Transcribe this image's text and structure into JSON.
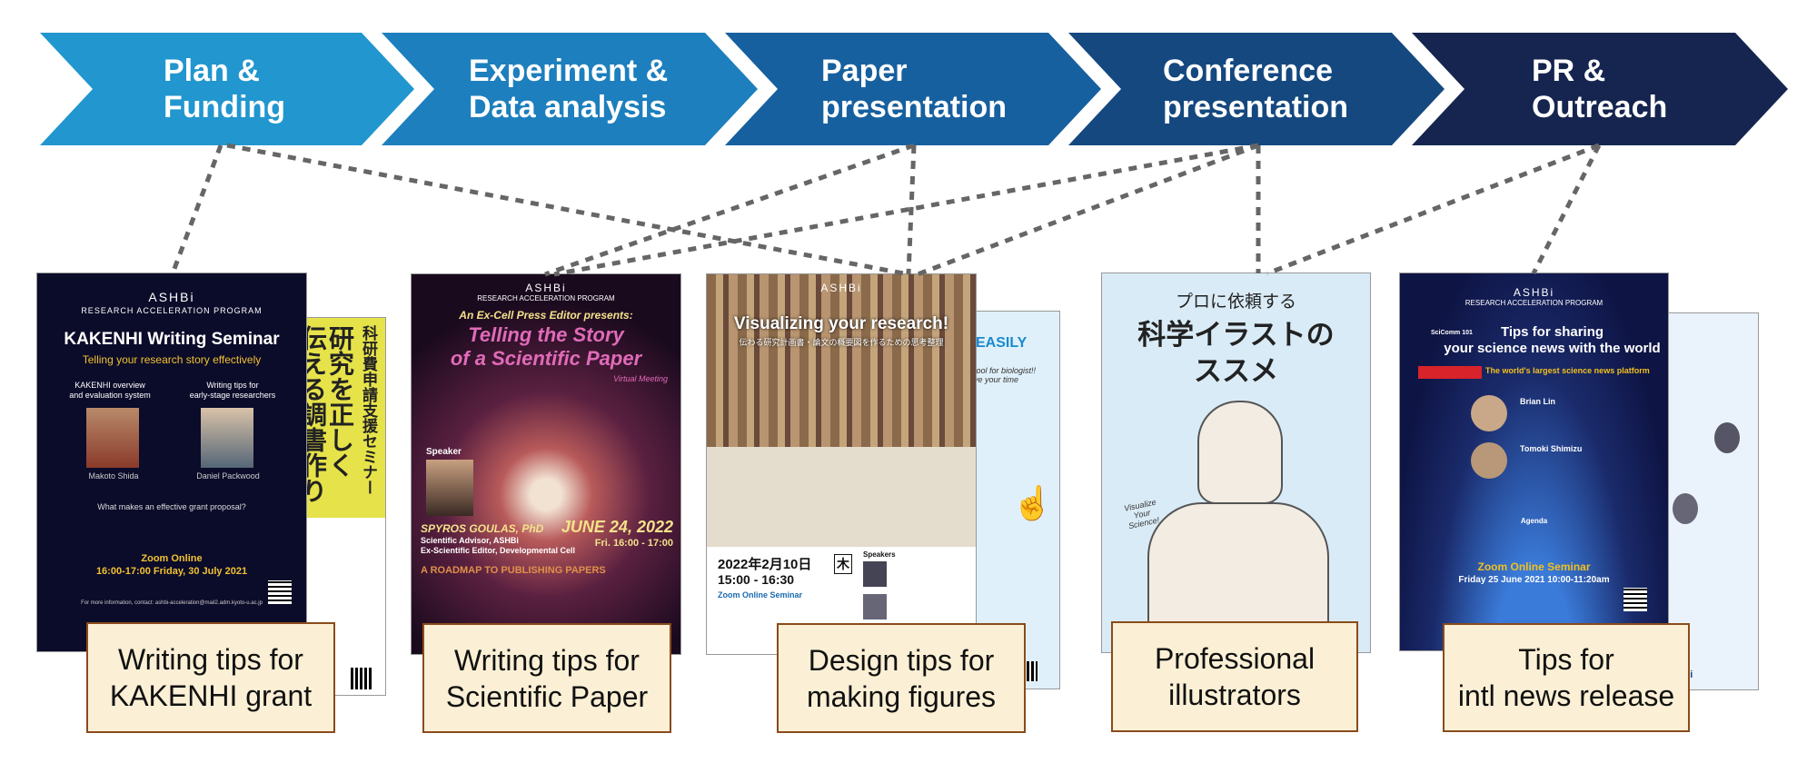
{
  "stages": [
    {
      "label": "Plan &\nFunding",
      "color": "#2196cf"
    },
    {
      "label": "Experiment &\nData analysis",
      "color": "#1d7fbd"
    },
    {
      "label": "Paper\npresentation",
      "color": "#17609f"
    },
    {
      "label": "Conference\npresentation",
      "color": "#14487f"
    },
    {
      "label": "PR &\nOutreach",
      "color": "#15254f"
    }
  ],
  "labels": [
    "Writing tips for\nKAKENHI grant",
    "Writing tips for\nScientific Paper",
    "Design tips for\nmaking figures",
    "Professional\nillustrators",
    "Tips for\nintl news release"
  ],
  "posters": {
    "ashbi_logo": "ASHBi",
    "program": "RESEARCH ACCELERATION PROGRAM",
    "kakenhi": {
      "title": "KAKENHI Writing Seminar",
      "subtitle": "Telling your research story effectively",
      "col1": "KAKENHI overview\nand evaluation system",
      "col2": "Writing tips for\nearly-stage researchers",
      "speaker1": "Makoto Shida",
      "speaker2": "Daniel Packwood",
      "question": "What makes an effective grant proposal?",
      "zoom": "Zoom Online",
      "date": "16:00-17:00 Friday, 30 July 2021",
      "contact": "For more information, contact: ashbi-acceleration@mail2.adm.kyoto-u.ac.jp",
      "jp_title_1": "科研費申請支援セミナー",
      "jp_title_2": "研究を正しく",
      "jp_title_3": "伝える調書作り"
    },
    "paper": {
      "presents": "An Ex-Cell Press Editor presents:",
      "title": "Telling the Story\nof a Scientific Paper",
      "virtual": "Virtual Meeting",
      "speaker_tag": "Speaker",
      "name": "SPYROS GOULAS, PhD",
      "role1": "Scientific Advisor, ASHBi",
      "role2": "Ex-Scientific Editor, Developmental Cell",
      "date": "JUNE 24, 2022",
      "time": "Fri. 16:00 - 17:00",
      "roadmap": "A ROADMAP TO PUBLISHING PAPERS"
    },
    "figures": {
      "title": "Visualizing your research!",
      "subtitle": "伝わる研究計画書・論文の概要図を作るための思考整理",
      "date": "2022年2月10日",
      "day": "木",
      "time": "15:00 - 16:30",
      "zoom": "Zoom Online Seminar",
      "speakers": "Speakers",
      "side": "EASILY",
      "side2": "tool for biologist!!\nve your time"
    },
    "illustrators": {
      "line1": "プロに依頼する",
      "line2": "科学イラストのススメ",
      "bubble": "Visualize\nYour\nScience!"
    },
    "news": {
      "series": "SciComm 101",
      "title": "Tips for sharing\nyour science news with the world",
      "banner": "The world's largest science news platform",
      "speaker1": "Brian Lin",
      "speaker2": "Tomoki Shimizu",
      "agenda": "Agenda",
      "zoom": "Zoom Online Seminar",
      "date": "Friday 25 June 2021 10:00-11:20am",
      "wpi": "wpi"
    }
  }
}
